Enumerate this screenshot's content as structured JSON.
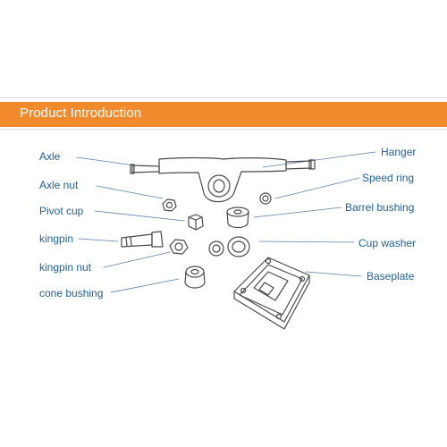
{
  "header": {
    "title": "Product Introduction",
    "accent_color": "#f08a2c"
  },
  "label_color": "#1f5f99",
  "parts": {
    "axle": "Axle",
    "axle_nut": "Axle nut",
    "pivot_cup": "Pivot cup",
    "kingpin": "kingpin",
    "kingpin_nut": "kingpin nut",
    "cone_bushing": "cone bushing",
    "hanger": "Hanger",
    "speed_ring": "Speed ring",
    "barrel_bushing": "Barrel bushing",
    "cup_washer": "Cup washer",
    "baseplate": "Baseplate"
  }
}
